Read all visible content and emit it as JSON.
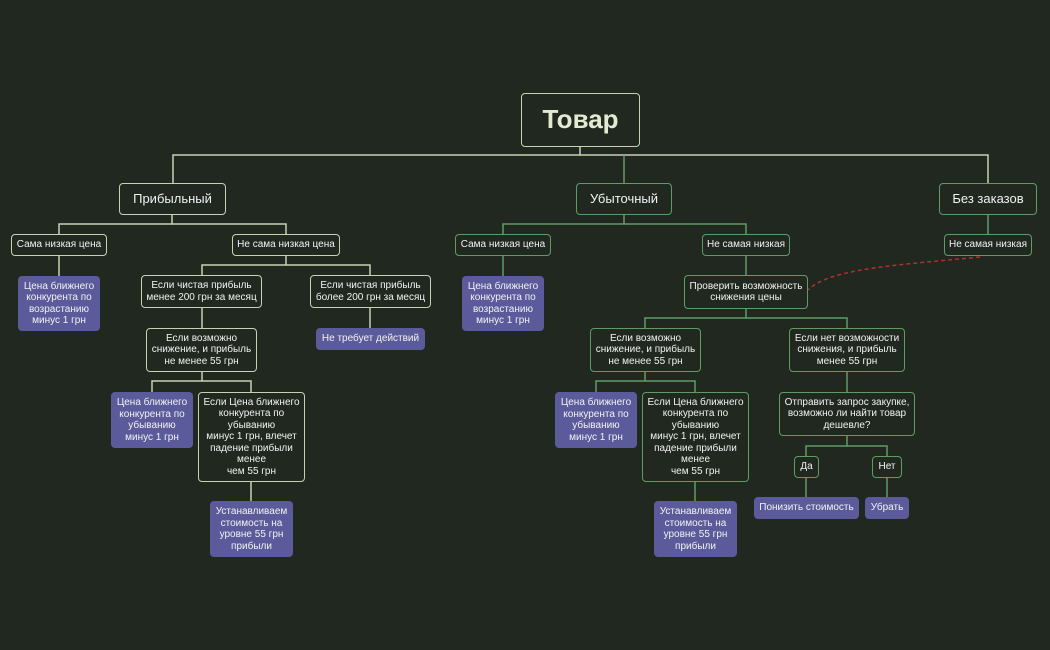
{
  "root": {
    "label": "Товар"
  },
  "profitable": {
    "label": "Прибыльный",
    "lowest": {
      "label": "Сама низкая цена",
      "action": "Цена ближнего\nконкурента по\nвозрастанию\nминус 1 грн"
    },
    "not_lowest": {
      "label": "Не сама низкая цена",
      "under200": {
        "label": "Если чистая прибыль\nменее 200 грн за месяц"
      },
      "over200": {
        "label": "Если чистая прибыль\nболее 200 грн за месяц",
        "action": "Не требует действий"
      },
      "can_reduce": {
        "label": "Если возможно\nснижение, и прибыль\nне менее 55 грн"
      },
      "action_desc": "Цена ближнего\nконкурента по\nубыванию\nминус 1 грн",
      "if_drop": "Если Цена ближнего\nконкурента по\nубыванию\nминус 1 грн, влечет\nпадение прибыли\nменее\nчем 55 грн",
      "set55": "Устанавливаем\nстоимость на\nуровне 55 грн\nприбыли"
    }
  },
  "unprofitable": {
    "label": "Убыточный",
    "lowest": {
      "label": "Сама низкая цена",
      "action": "Цена ближнего\nконкурента по\nвозрастанию\nминус 1 грн"
    },
    "not_lowest": {
      "label": "Не самая низкая",
      "check": "Проверить возможность\nснижения цены",
      "can_reduce": "Если возможно\nснижение, и прибыль\nне менее 55 грн",
      "cannot_reduce": "Если нет возможности\nснижения, и прибыль\nменее 55 грн",
      "action_desc": "Цена ближнего\nконкурента по\nубыванию\nминус 1 грн",
      "if_drop": "Если Цена ближнего\nконкурента по\nубыванию\nминус 1 грн, влечет\nпадение прибыли\nменее\nчем 55 грн",
      "set55": "Устанавливаем\nстоимость на\nуровне 55 грн\nприбыли",
      "request": "Отправить запрос закупке,\nвозможно ли найти товар\nдешевле?",
      "yes": "Да",
      "no": "Нет",
      "lower_cost": "Понизить стоимость",
      "remove": "Убрать"
    }
  },
  "no_orders": {
    "label": "Без заказов",
    "child": "Не самая низкая"
  },
  "colors": {
    "background": "#202820",
    "beige_line": "#c9d0b3",
    "green_line": "#5f9c63",
    "action_fill": "#5b5b9c",
    "relation_line": "#b03030"
  }
}
